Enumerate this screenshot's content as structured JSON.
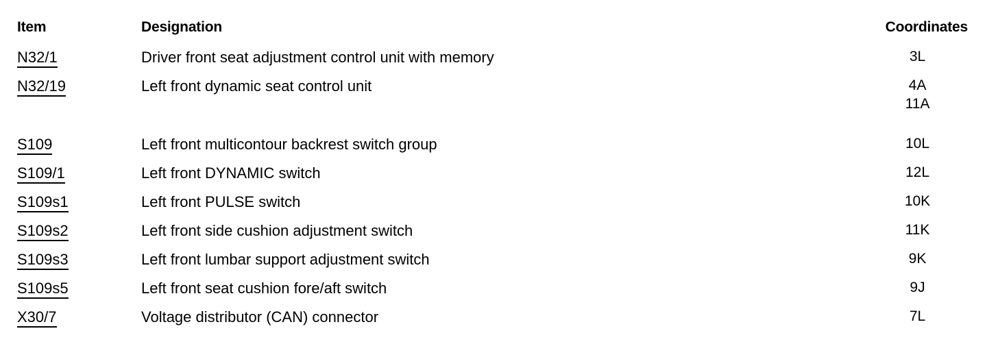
{
  "document": {
    "title": "Component legend table",
    "background_color": "#ffffff",
    "text_color": "#000000"
  },
  "table": {
    "columns": {
      "item": "Item",
      "designation": "Designation",
      "coordinates": "Coordinates"
    },
    "rows": [
      {
        "item": "N32/1",
        "designation": "Driver front seat adjustment control unit with memory",
        "coordinates": [
          "3L"
        ]
      },
      {
        "item": "N32/19",
        "designation": "Left front dynamic seat control unit",
        "coordinates": [
          "4A",
          "11A"
        ]
      },
      {
        "item": "S109",
        "designation": "Left front multicontour backrest switch group",
        "coordinates": [
          "10L"
        ]
      },
      {
        "item": "S109/1",
        "designation": "Left front DYNAMIC switch",
        "coordinates": [
          "12L"
        ]
      },
      {
        "item": "S109s1",
        "designation": "Left front PULSE switch",
        "coordinates": [
          "10K"
        ]
      },
      {
        "item": "S109s2",
        "designation": "Left front side cushion adjustment switch",
        "coordinates": [
          "11K"
        ]
      },
      {
        "item": "S109s3",
        "designation": "Left front lumbar support adjustment switch",
        "coordinates": [
          "9K"
        ]
      },
      {
        "item": "S109s5",
        "designation": "Left front seat cushion fore/aft switch",
        "coordinates": [
          "9J"
        ]
      },
      {
        "item": "X30/7",
        "designation": "Voltage distributor (CAN) connector",
        "coordinates": [
          "7L"
        ]
      }
    ]
  }
}
